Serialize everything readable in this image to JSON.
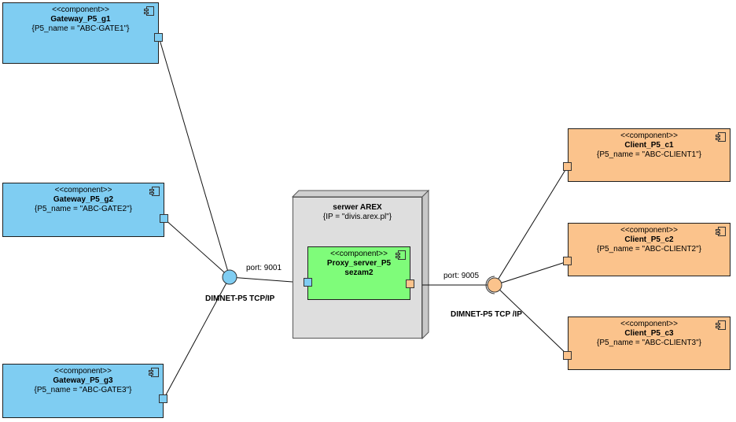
{
  "node": {
    "name": "serwer AREX",
    "property": "{IP = \"divis.arex.pl\"}"
  },
  "server": {
    "stereotype": "<<component>>",
    "name_line1": "Proxy_server_P5",
    "name_line2": "sezam2"
  },
  "gateways": [
    {
      "stereotype": "<<component>>",
      "name": "Gateway_P5_g1",
      "property": "{P5_name = \"ABC-GATE1\"}"
    },
    {
      "stereotype": "<<component>>",
      "name": "Gateway_P5_g2",
      "property": "{P5_name = \"ABC-GATE2\"}"
    },
    {
      "stereotype": "<<component>>",
      "name": "Gateway_P5_g3",
      "property": "{P5_name = \"ABC-GATE3\"}"
    }
  ],
  "clients": [
    {
      "stereotype": "<<component>>",
      "name": "Client_P5_c1",
      "property": "{P5_name = \"ABC-CLIENT1\"}"
    },
    {
      "stereotype": "<<component>>",
      "name": "Client_P5_c2",
      "property": "{P5_name = \"ABC-CLIENT2\"}"
    },
    {
      "stereotype": "<<component>>",
      "name": "Client_P5_c3",
      "property": "{P5_name = \"ABC-CLIENT3\"}"
    }
  ],
  "interfaces": {
    "left_name": "DIMNET-P5 TCP/IP",
    "left_port": "port: 9001",
    "right_name": "DIMNET-P5 TCP /IP",
    "right_port": "port: 9005"
  },
  "colors": {
    "gateway": "#7fcdf2",
    "client": "#fbc38c",
    "server": "#7ffc7a",
    "node": "#dedede"
  }
}
